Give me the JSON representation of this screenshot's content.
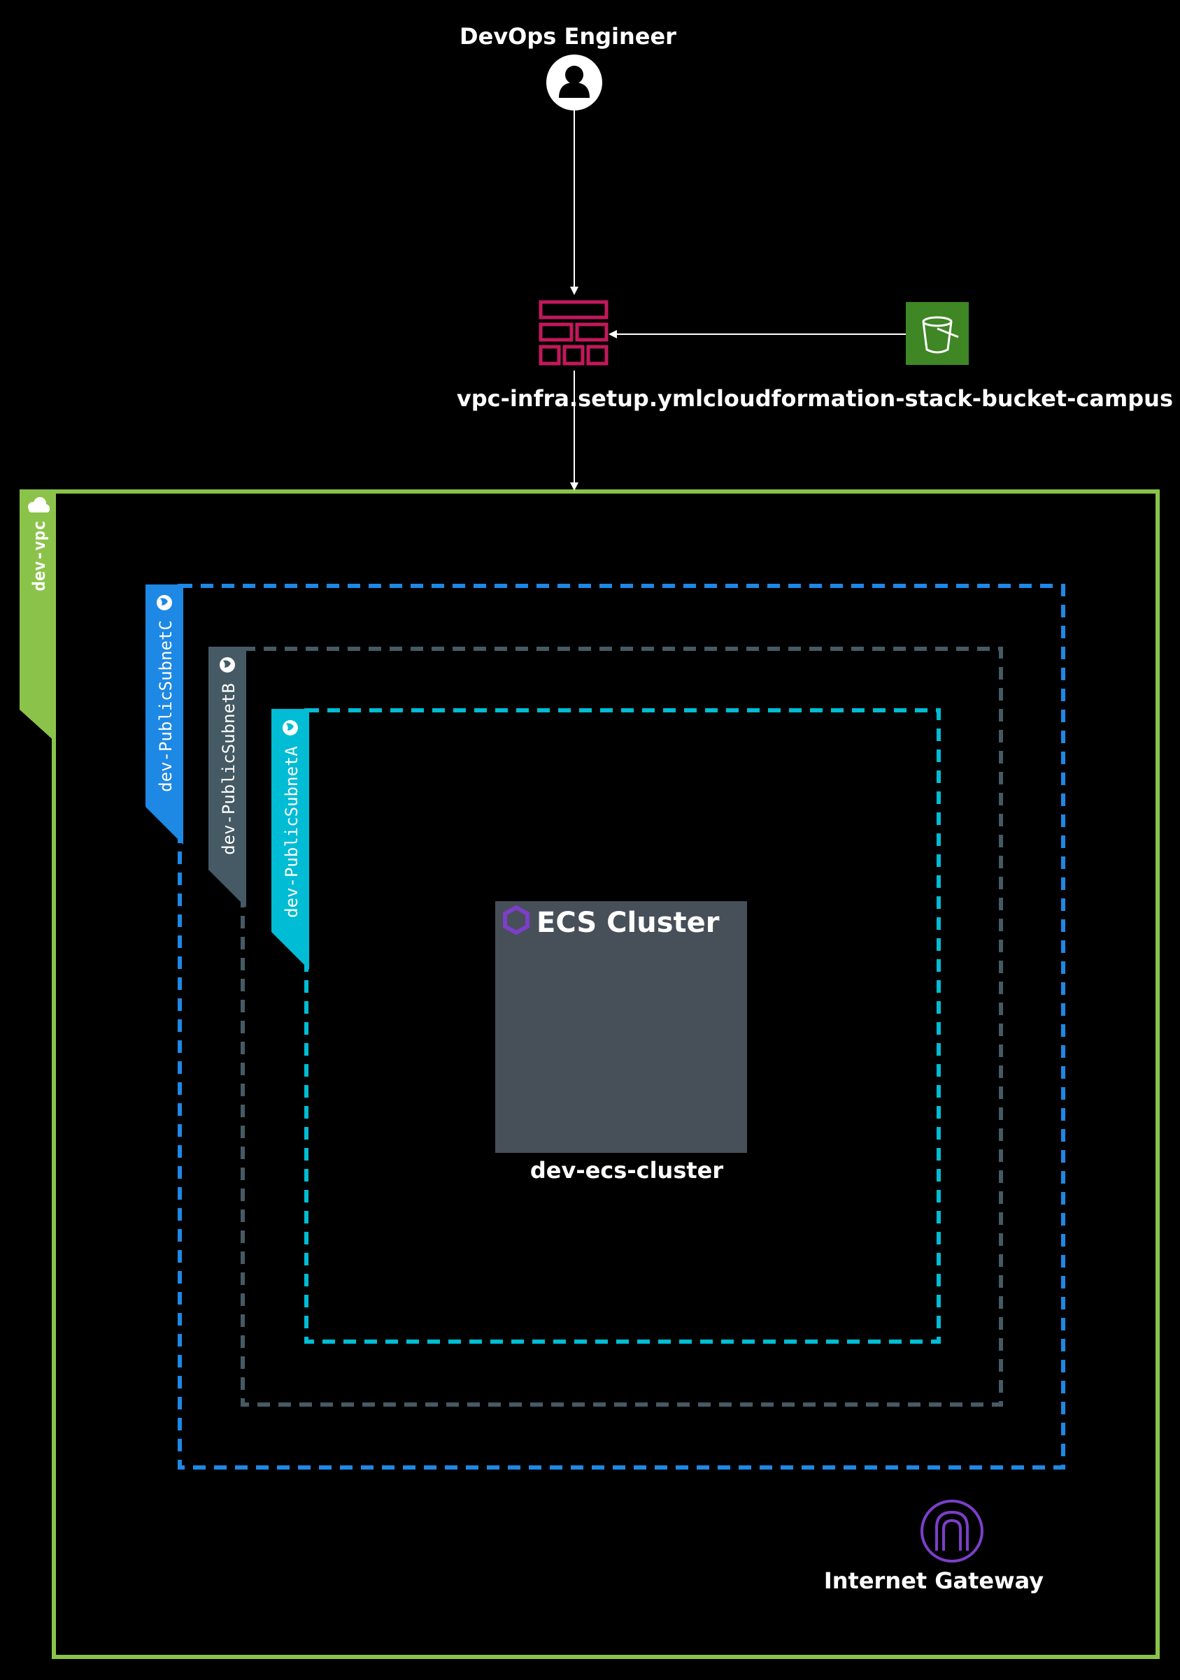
{
  "actor": {
    "label": "DevOps Engineer",
    "icon": "user-icon"
  },
  "template": {
    "label": "vpc-infra.setup.yml",
    "icon": "cloudformation-template-icon",
    "color": "#C2185B"
  },
  "bucket": {
    "label": "cloudformation-stack-bucket-campus",
    "icon": "s3-bucket-icon",
    "color": "#3F8624"
  },
  "vpc": {
    "label": "dev-vpc",
    "icon": "cloud-icon",
    "color": "#8BC34A"
  },
  "subnets": [
    {
      "label": "dev-PublicSubnetC",
      "icon": "globe-icon",
      "color": "#1E88E5"
    },
    {
      "label": "dev-PublicSubnetB",
      "icon": "globe-icon",
      "color": "#455A64"
    },
    {
      "label": "dev-PublicSubnetA",
      "icon": "globe-icon",
      "color": "#00BCD4"
    }
  ],
  "ecs_cluster": {
    "title": "ECS Cluster",
    "label": "dev-ecs-cluster",
    "icon": "ecs-hexagon-icon",
    "fill": "#474F58",
    "accent": "#7B3FC8"
  },
  "internet_gateway": {
    "label": "Internet Gateway",
    "icon": "internet-gateway-icon",
    "color": "#7B3FC8"
  }
}
